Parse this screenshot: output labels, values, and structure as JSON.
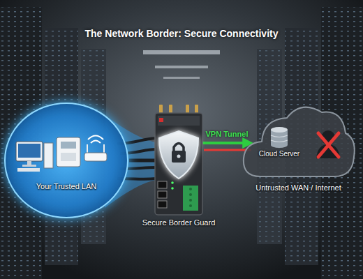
{
  "diagram": {
    "title": "The Network Border: Secure Connectivity",
    "nodes": [
      {
        "text": [
          "Your Trusted LAN"
        ]
      },
      {
        "text": [
          "Secure Border Guard"
        ]
      },
      {
        "text": [
          "Untrusted WAN / Internet"
        ]
      },
      {
        "text": [
          "Cloud Server"
        ],
        "in": 2
      }
    ],
    "edges": [
      {
        "from": 0,
        "to": 1,
        "arrow": "none"
      },
      {
        "from": 1,
        "to": 3,
        "label": "VPN Tunnel",
        "arrow": "to"
      }
    ]
  }
}
